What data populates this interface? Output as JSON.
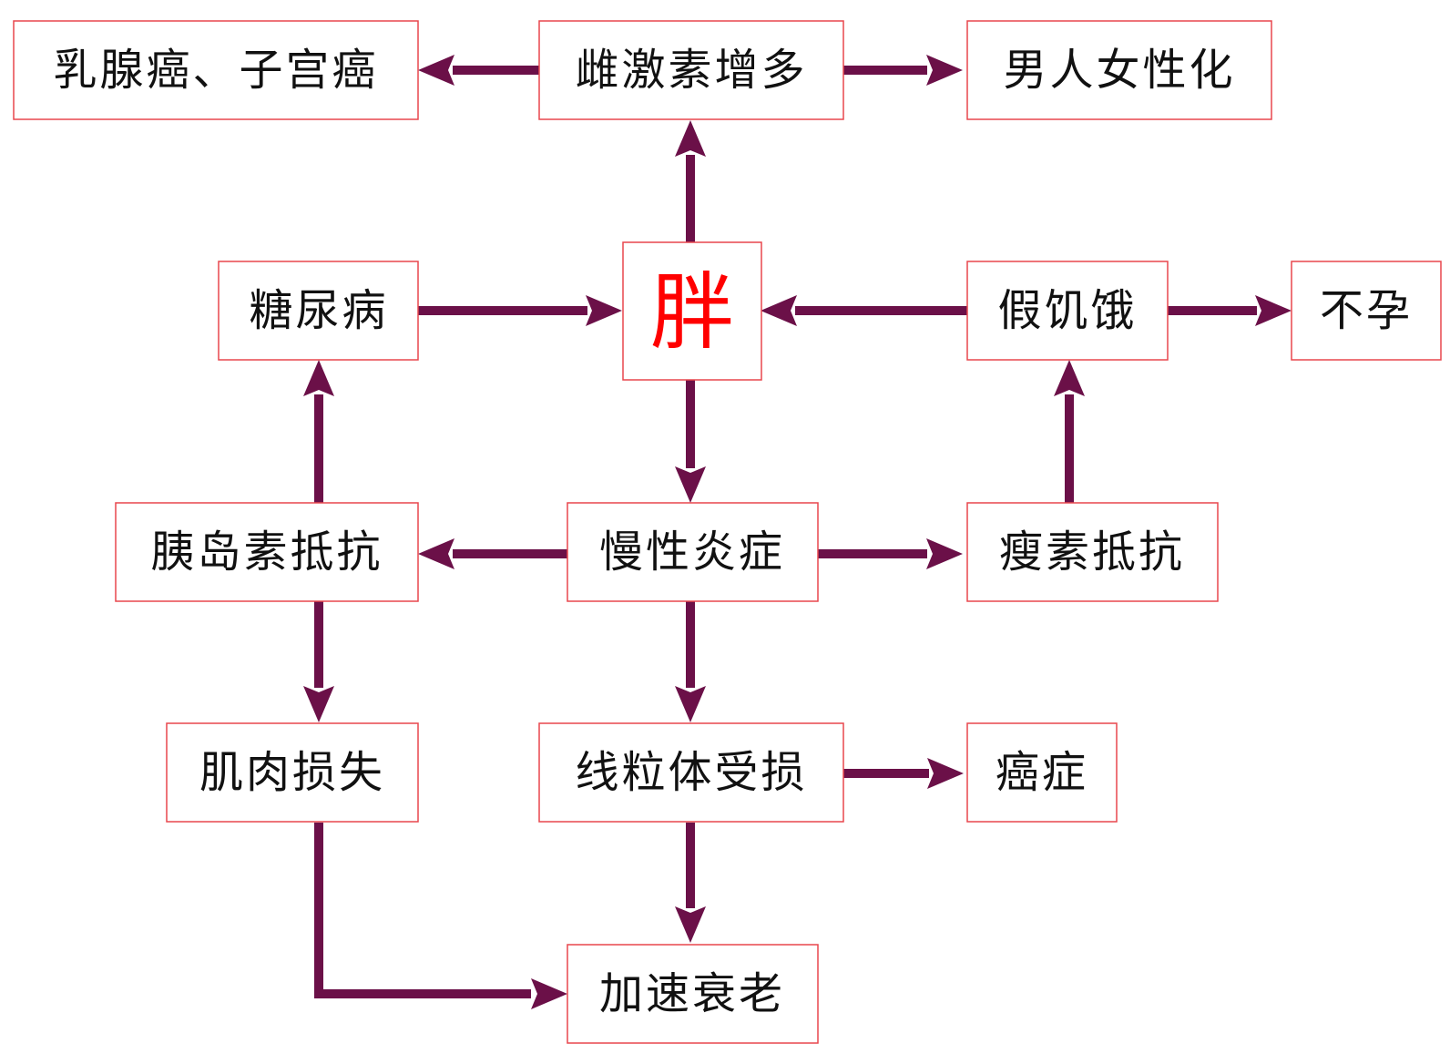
{
  "diagram": {
    "colors": {
      "box_border": "#e8474d",
      "arrow": "#6b1048",
      "text": "#111111",
      "center_text": "#ff0000"
    },
    "nodes": {
      "cancer_breast_uterine": "乳腺癌、子宫癌",
      "estrogen_increase": "雌激素增多",
      "male_feminization": "男人女性化",
      "diabetes": "糖尿病",
      "fat": "胖",
      "false_hunger": "假饥饿",
      "infertility": "不孕",
      "insulin_resistance": "胰岛素抵抗",
      "chronic_inflammation": "慢性炎症",
      "leptin_resistance": "瘦素抵抗",
      "muscle_loss": "肌肉损失",
      "mitochondria_damage": "线粒体受损",
      "cancer": "癌症",
      "accelerated_aging": "加速衰老"
    },
    "edges": [
      {
        "from": "fat",
        "to": "estrogen_increase"
      },
      {
        "from": "estrogen_increase",
        "to": "cancer_breast_uterine"
      },
      {
        "from": "estrogen_increase",
        "to": "male_feminization"
      },
      {
        "from": "diabetes",
        "to": "fat"
      },
      {
        "from": "false_hunger",
        "to": "fat"
      },
      {
        "from": "false_hunger",
        "to": "infertility"
      },
      {
        "from": "fat",
        "to": "chronic_inflammation"
      },
      {
        "from": "insulin_resistance",
        "to": "diabetes"
      },
      {
        "from": "leptin_resistance",
        "to": "false_hunger"
      },
      {
        "from": "chronic_inflammation",
        "to": "insulin_resistance"
      },
      {
        "from": "chronic_inflammation",
        "to": "leptin_resistance"
      },
      {
        "from": "insulin_resistance",
        "to": "muscle_loss"
      },
      {
        "from": "chronic_inflammation",
        "to": "mitochondria_damage"
      },
      {
        "from": "mitochondria_damage",
        "to": "cancer"
      },
      {
        "from": "mitochondria_damage",
        "to": "accelerated_aging"
      },
      {
        "from": "muscle_loss",
        "to": "accelerated_aging"
      }
    ]
  }
}
